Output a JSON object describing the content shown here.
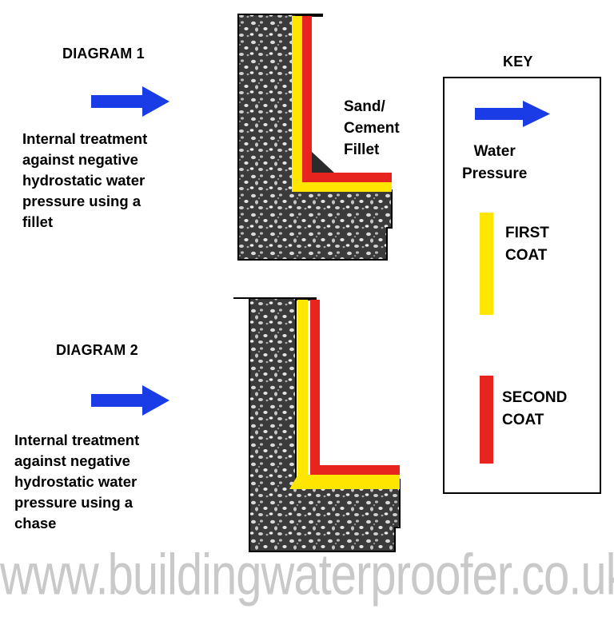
{
  "diagram1": {
    "title": "DIAGRAM 1",
    "description": "Internal treatment\nagainst negative\nhydrostatic water\npressure using a\nfillet",
    "fillet_label": "Sand/\nCement\nFillet"
  },
  "diagram2": {
    "title": "DIAGRAM 2",
    "description": "Internal treatment\nagainst negative\nhydrostatic water\npressure using a\nchase"
  },
  "key": {
    "title": "KEY",
    "water_pressure": "Water\nPressure",
    "first_coat": "FIRST\nCOAT",
    "second_coat": "SECOND\nCOAT"
  },
  "watermark": "www.buildingwaterproofer.co.uk",
  "colors": {
    "arrow": "#1a3ce6",
    "first_coat": "#ffe600",
    "second_coat": "#e8241f",
    "concrete": "#3a3a3a",
    "fillet": "#2b2b2b"
  },
  "icons": {
    "arrow": "arrow-right-icon"
  }
}
